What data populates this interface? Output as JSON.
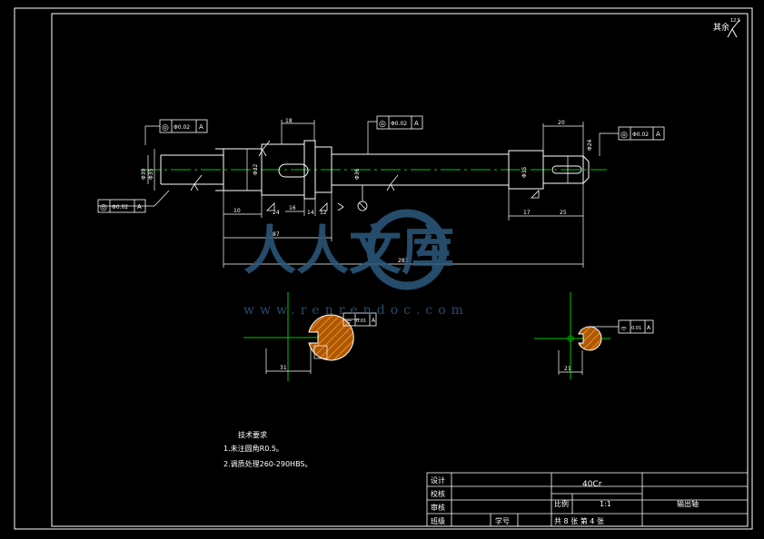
{
  "corner_roughness": {
    "label": "其余",
    "value": "12.5"
  },
  "title_block": {
    "material": "40Cr",
    "scale_label": "比例",
    "scale_value": "1:1",
    "part_name": "输出轴",
    "sheet_info": "共 8 张  第 4 张",
    "rows": [
      "设计",
      "校核",
      "审核",
      "班级"
    ],
    "student_id_label": "学号"
  },
  "tech_requirements": {
    "title": "技术要求",
    "items": [
      "1.未注圆角R0.5。",
      "2.调质处理260-290HBS。"
    ]
  },
  "tolerance_frames": [
    {
      "symbol": "◎",
      "value": "Φ0.02",
      "datum": "A"
    },
    {
      "symbol": "◎",
      "value": "Φ0.02",
      "datum": "A"
    },
    {
      "symbol": "◎",
      "value": "Φ0.02",
      "datum": "A"
    },
    {
      "symbol": "◎",
      "value": "Φ0.02",
      "datum": "A"
    },
    {
      "symbol": "⌯",
      "value": "0.01",
      "datum": "A"
    },
    {
      "symbol": "⌯",
      "value": "0.01",
      "datum": "A"
    }
  ],
  "dimensions": {
    "overall_length": "283",
    "length_87": "87",
    "keyway_18": "18",
    "len_10": "10",
    "len_16": "16",
    "len_24": "24",
    "len_14": "14",
    "len_12": "12",
    "len_20": "20",
    "len_25": "25",
    "len_17": "17",
    "dia_32": "Φ32",
    "dia_35_left": "Φ35",
    "dia_35_right": "Φ35",
    "dia_24": "Φ24",
    "dia_36": "Φ36",
    "dia_39": "Φ39",
    "section_left_width": "31",
    "section_right_width": "21"
  },
  "watermark": {
    "text": "人人文库",
    "url": "www.renrendoc.com"
  },
  "colors": {
    "outline": "#ffffff",
    "centerline": "#00c800",
    "watermark": "#2c5a7e",
    "section_fill": "#c86400"
  }
}
